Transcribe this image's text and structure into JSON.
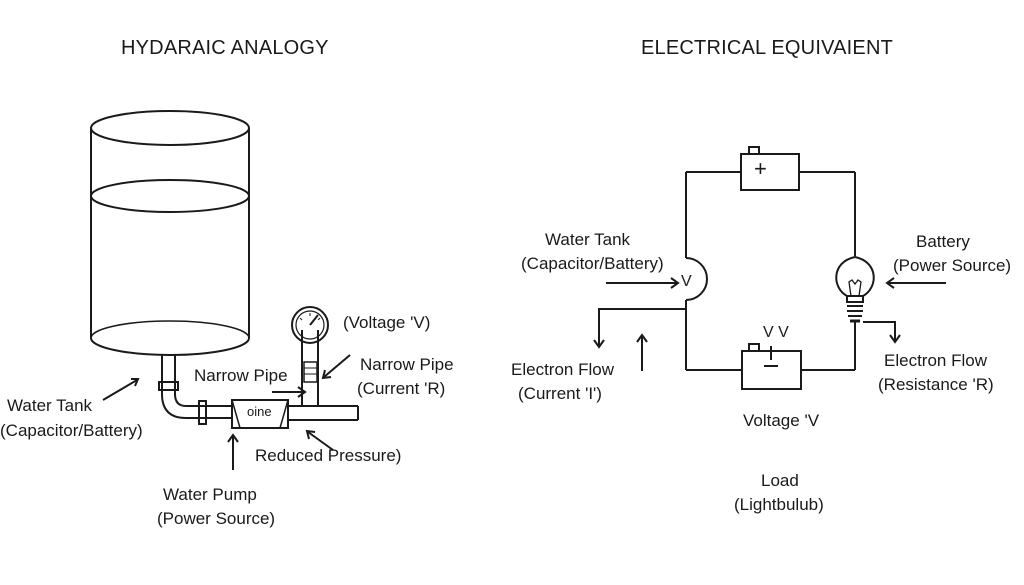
{
  "hydraulic": {
    "title": "HYDARAIC ANALOGY",
    "labels": {
      "water_tank_line1": "Water Tank",
      "water_tank_line2": "(Capacitor/Battery)",
      "narrow_pipe_left": "Narrow Pipe",
      "voltage": "(Voltage 'V)",
      "narrow_pipe_right_line1": "Narrow Pipe",
      "narrow_pipe_right_line2": "(Current 'R)",
      "reduced_pressure": "Reduced Pressure)",
      "water_pump_line1": "Water Pump",
      "water_pump_line2": "(Power Source)",
      "restriction_box": "oine"
    }
  },
  "electrical": {
    "title": "ELECTRICAL EQUIVAIENT",
    "labels": {
      "water_tank_line1": "Water Tank",
      "water_tank_line2": "(Capacitor/Battery)",
      "battery_line1": "Battery",
      "battery_line2": "(Power Source)",
      "electron_flow_left_line1": "Electron Flow",
      "electron_flow_left_line2": "(Current 'I')",
      "electron_flow_right_line1": "Electron Flow",
      "electron_flow_right_line2": "(Resistance 'R)",
      "voltage": "Voltage 'V",
      "load_line1": "Load",
      "load_line2": "(Lightbulub)",
      "cap_marker": "V",
      "battery_top_symbol": "+",
      "lower_source_marker": "V V"
    }
  },
  "colors": {
    "ink": "#1a1a1a",
    "background": "#ffffff"
  }
}
